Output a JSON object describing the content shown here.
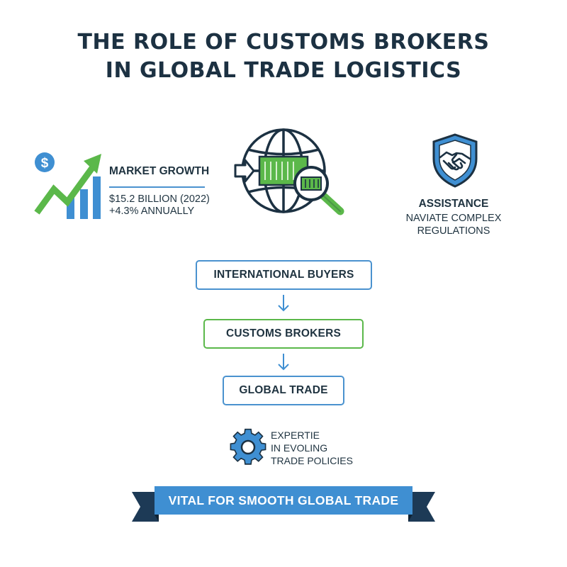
{
  "title": {
    "line1": "THE ROLE OF CUSTOMS BROKERS",
    "line2": "IN GLOBAL TRADE LOGISTICS"
  },
  "market": {
    "icon": "dollar-growth-chart-icon",
    "currency_symbol": "$",
    "heading": "MARKET GROWTH",
    "value_line": "$15.2 BILLION (2022)",
    "growth_line": "+4.3% ANNUALLY"
  },
  "globe": {
    "icon": "globe-container-inspection-icon"
  },
  "assistance": {
    "icon": "shield-handshake-icon",
    "heading": "ASSISTANCE",
    "line1": "NAVIATE COMPLEX",
    "line2": "REGULATIONS"
  },
  "flow": {
    "steps": [
      {
        "label": "INTERNATIONAL BUYERS"
      },
      {
        "label": "CUSTOMS BROKERS"
      },
      {
        "label": "GLOBAL TRADE"
      }
    ],
    "arrow_icon": "arrow-down-icon"
  },
  "expertise": {
    "icon": "gear-icon",
    "line1": "EXPERTIE",
    "line2": "IN EVOLING",
    "line3": "TRADE POLICIES"
  },
  "banner": {
    "label": "VITAL FOR SMOOTH GLOBAL TRADE"
  },
  "colors": {
    "navy": "#1c3142",
    "blue": "#3f8fd2",
    "green": "#5bb84a",
    "banner_blue": "#3f8fd2",
    "banner_dark": "#1d3a56"
  }
}
